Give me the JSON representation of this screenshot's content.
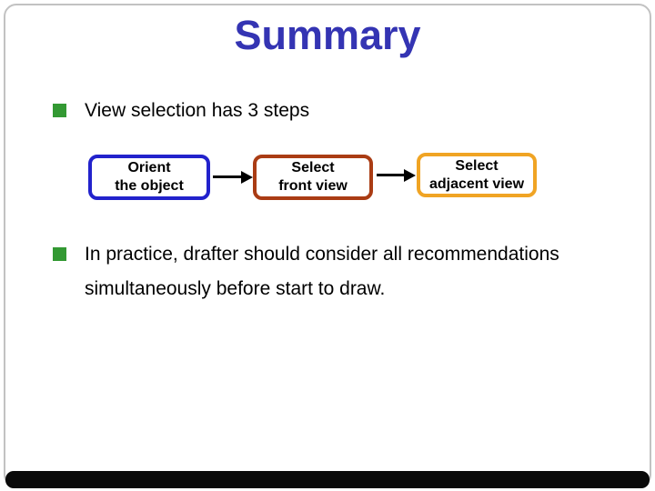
{
  "slide": {
    "title": "Summary",
    "title_color": "#3434b3",
    "bullet_color": "#339933",
    "text_color": "#000000",
    "bullets": [
      {
        "text": "View selection has 3 steps"
      },
      {
        "line1": "In practice, drafter should consider all recommendations",
        "line2": "simultaneously before start to draw."
      }
    ],
    "flow": {
      "steps": [
        {
          "line1": "Orient",
          "line2": "the object",
          "border_color": "#2222cc"
        },
        {
          "line1": "Select",
          "line2": "front view",
          "border_color": "#aa3c14"
        },
        {
          "line1": "Select",
          "line2": "adjacent view",
          "border_color": "#f0a424"
        }
      ],
      "arrow_color": "#000000"
    }
  },
  "chrome": {
    "frame_border_color": "#c2c2c2",
    "bottom_bar_color": "#0a0a0a"
  }
}
